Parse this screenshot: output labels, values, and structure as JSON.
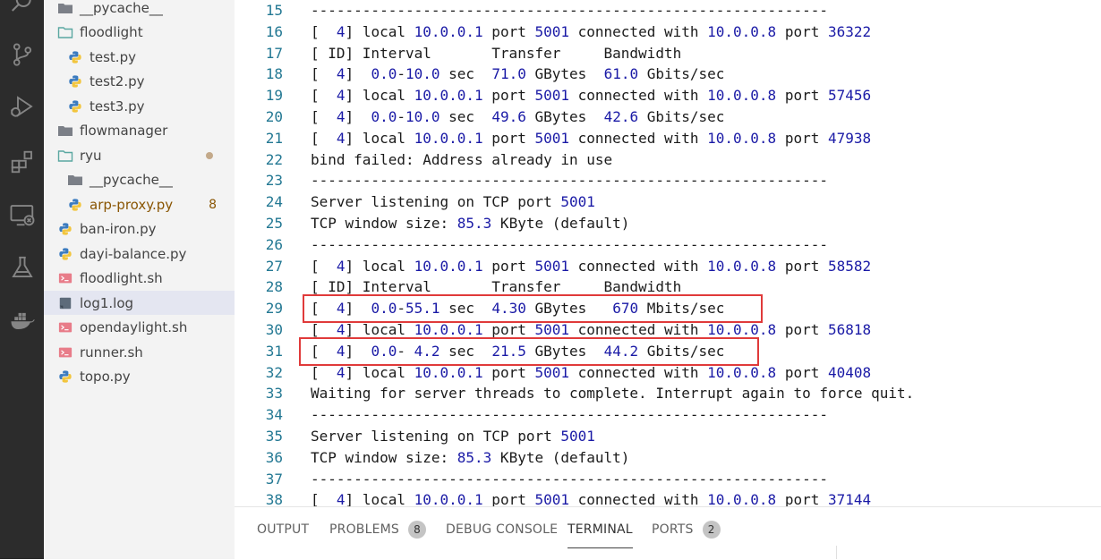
{
  "explorer": {
    "items": [
      {
        "label": "__pycache__",
        "type": "folder",
        "indent": 1,
        "clipped": true
      },
      {
        "label": "floodlight",
        "type": "folder-open",
        "indent": 1
      },
      {
        "label": "test.py",
        "type": "python",
        "indent": 2
      },
      {
        "label": "test2.py",
        "type": "python",
        "indent": 2
      },
      {
        "label": "test3.py",
        "type": "python",
        "indent": 2
      },
      {
        "label": "flowmanager",
        "type": "folder",
        "indent": 1
      },
      {
        "label": "ryu",
        "type": "folder-open",
        "indent": 1,
        "dot": true
      },
      {
        "label": "__pycache__",
        "type": "folder",
        "indent": 2
      },
      {
        "label": "arp-proxy.py",
        "type": "python",
        "indent": 2,
        "modified": true,
        "badge": "8"
      },
      {
        "label": "ban-iron.py",
        "type": "python",
        "indent": 1
      },
      {
        "label": "dayi-balance.py",
        "type": "python",
        "indent": 1
      },
      {
        "label": "floodlight.sh",
        "type": "shell",
        "indent": 1
      },
      {
        "label": "log1.log",
        "type": "log",
        "indent": 1,
        "selected": true
      },
      {
        "label": "opendaylight.sh",
        "type": "shell",
        "indent": 1
      },
      {
        "label": "runner.sh",
        "type": "shell",
        "indent": 1
      },
      {
        "label": "topo.py",
        "type": "python",
        "indent": 1
      }
    ]
  },
  "terminal": {
    "lines": [
      {
        "n": "15",
        "t": "------------------------------------------------------------"
      },
      {
        "n": "16",
        "t": "[  4] local 10.0.0.1 port 5001 connected with 10.0.0.8 port 36322"
      },
      {
        "n": "17",
        "t": "[ ID] Interval       Transfer     Bandwidth"
      },
      {
        "n": "18",
        "t": "[  4]  0.0-10.0 sec  71.0 GBytes  61.0 Gbits/sec"
      },
      {
        "n": "19",
        "t": "[  4] local 10.0.0.1 port 5001 connected with 10.0.0.8 port 57456"
      },
      {
        "n": "20",
        "t": "[  4]  0.0-10.0 sec  49.6 GBytes  42.6 Gbits/sec"
      },
      {
        "n": "21",
        "t": "[  4] local 10.0.0.1 port 5001 connected with 10.0.0.8 port 47938"
      },
      {
        "n": "22",
        "t": "bind failed: Address already in use"
      },
      {
        "n": "23",
        "t": "------------------------------------------------------------"
      },
      {
        "n": "24",
        "t": "Server listening on TCP port 5001"
      },
      {
        "n": "25",
        "t": "TCP window size: 85.3 KByte (default)"
      },
      {
        "n": "26",
        "t": "------------------------------------------------------------"
      },
      {
        "n": "27",
        "t": "[  4] local 10.0.0.1 port 5001 connected with 10.0.0.8 port 58582"
      },
      {
        "n": "28",
        "t": "[ ID] Interval       Transfer     Bandwidth"
      },
      {
        "n": "29",
        "t": "[  4]  0.0-55.1 sec  4.30 GBytes   670 Mbits/sec"
      },
      {
        "n": "30",
        "t": "[  4] local 10.0.0.1 port 5001 connected with 10.0.0.8 port 56818"
      },
      {
        "n": "31",
        "t": "[  4]  0.0- 4.2 sec  21.5 GBytes  44.2 Gbits/sec"
      },
      {
        "n": "32",
        "t": "[  4] local 10.0.0.1 port 5001 connected with 10.0.0.8 port 40408"
      },
      {
        "n": "33",
        "t": "Waiting for server threads to complete. Interrupt again to force quit."
      },
      {
        "n": "34",
        "t": "------------------------------------------------------------"
      },
      {
        "n": "35",
        "t": "Server listening on TCP port 5001"
      },
      {
        "n": "36",
        "t": "TCP window size: 85.3 KByte (default)"
      },
      {
        "n": "37",
        "t": "------------------------------------------------------------"
      },
      {
        "n": "38",
        "t": "[  4] local 10.0.0.1 port 5001 connected with 10.0.0.8 port 37144"
      }
    ],
    "highlighted_lines": [
      "29",
      "31"
    ]
  },
  "panel": {
    "tabs": [
      {
        "label": "OUTPUT"
      },
      {
        "label": "PROBLEMS",
        "count": "8"
      },
      {
        "label": "DEBUG CONSOLE"
      },
      {
        "label": "TERMINAL",
        "active": true
      },
      {
        "label": "PORTS",
        "count": "2"
      }
    ]
  },
  "colors": {
    "activity_bar": "#2c2c2c",
    "sidebar_bg": "#f3f3f3",
    "selected_row": "#e4e6f1",
    "line_number": "#237893",
    "number_literal": "#1a1aa6",
    "highlight_box": "#e03a3a",
    "modified_text": "#895503"
  },
  "activity_icons": [
    "search-icon",
    "source-control-icon",
    "run-debug-icon",
    "extensions-icon",
    "remote-explorer-icon",
    "testing-icon",
    "docker-icon"
  ]
}
